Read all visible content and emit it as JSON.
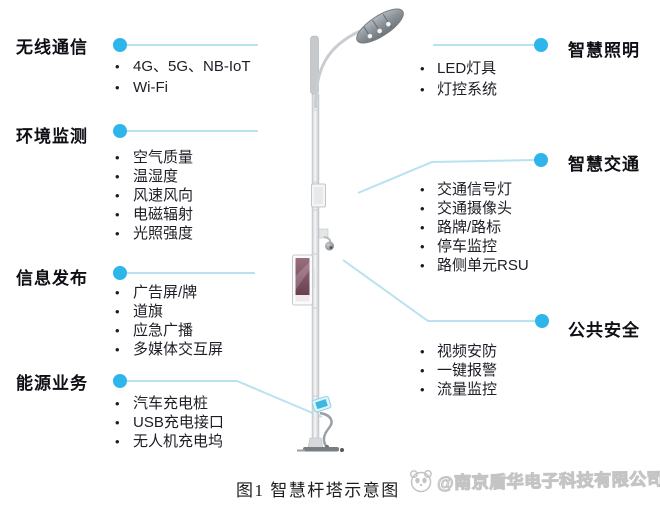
{
  "figure": {
    "caption": "图1 智慧杆塔示意图",
    "watermark": "@南京盾华电子科技有限公司"
  },
  "sections": {
    "wireless": {
      "title": "无线通信",
      "items": [
        "4G、5G、NB-IoT",
        "Wi-Fi"
      ]
    },
    "environment": {
      "title": "环境监测",
      "items": [
        "空气质量",
        "温湿度",
        "风速风向",
        "电磁辐射",
        "光照强度"
      ]
    },
    "info": {
      "title": "信息发布",
      "items": [
        "广告屏/牌",
        "道旗",
        "应急广播",
        "多媒体交互屏"
      ]
    },
    "energy": {
      "title": "能源业务",
      "items": [
        "汽车充电桩",
        "USB充电接口",
        "无人机充电坞"
      ]
    },
    "lighting": {
      "title": "智慧照明",
      "items": [
        "LED灯具",
        "灯控系统"
      ]
    },
    "traffic": {
      "title": "智慧交通",
      "items": [
        "交通信号灯",
        "交通摄像头",
        "路牌/路标",
        "停车监控",
        "路侧单元RSU"
      ]
    },
    "safety": {
      "title": "公共安全",
      "items": [
        "视频安防",
        "一键报警",
        "流量监控"
      ]
    }
  },
  "pole": {
    "elements": [
      "led-streetlight",
      "antenna",
      "signal-box",
      "cctv-camera",
      "advertising-screen",
      "charging-dock",
      "pole-base"
    ]
  },
  "colors": {
    "accent_dot": "#2eb6ea",
    "connector_line": "#b8e2f0",
    "heading_text": "#0e0e14",
    "body_text": "#1d1d26",
    "watermark_gray": "#c4c4c4",
    "screen_maroon": "#7c5261"
  }
}
